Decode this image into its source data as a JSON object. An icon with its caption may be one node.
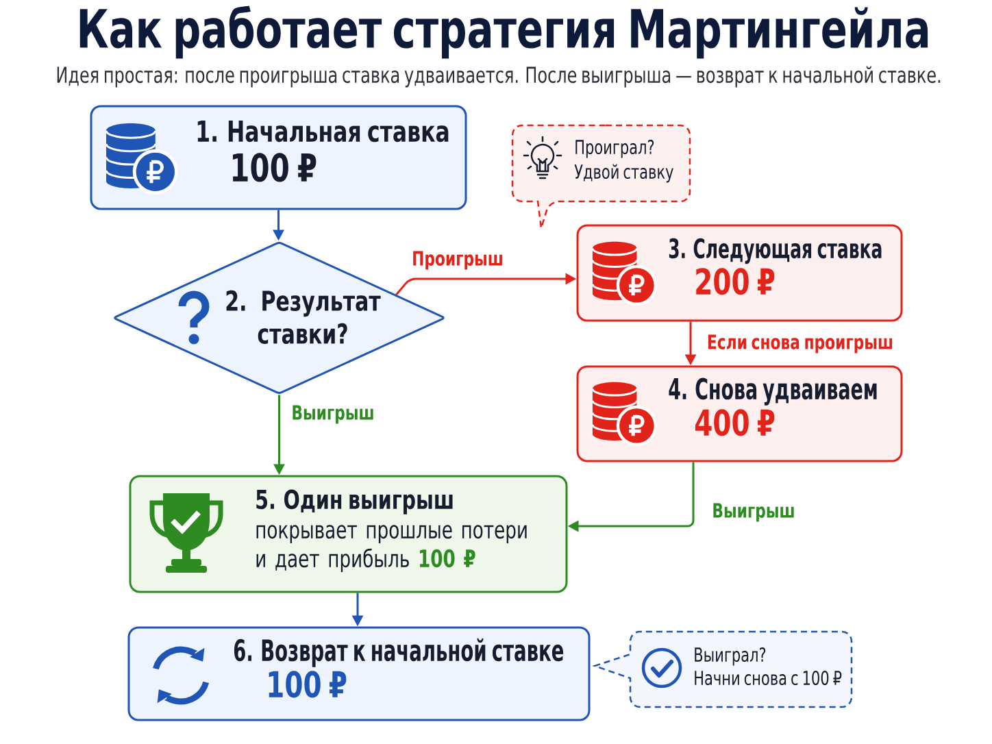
{
  "diagram": {
    "title": "Как работает стратегия Мартингейла",
    "nodes": [
      {
        "text": [
          "1. Начальная ставка",
          "100 ₽"
        ]
      },
      {
        "text": [
          "2. Результат ставки?"
        ]
      },
      {
        "text": [
          "Проиграл?",
          "Удвой ставку"
        ]
      },
      {
        "text": [
          "3. Следующая ставка",
          "200 ₽"
        ]
      },
      {
        "text": [
          "4. Снова удваиваем",
          "400 ₽"
        ]
      },
      {
        "text": [
          "5. Один выигрыш",
          "покрывает прошлые потери и дает прибыль",
          "100 ₽"
        ]
      },
      {
        "text": [
          "6. Возврат к начальной ставке",
          "100 ₽"
        ]
      },
      {
        "text": [
          "Выиграл?",
          "Начни снова с 100 ₽"
        ]
      }
    ],
    "edges": [
      {
        "from": 0,
        "to": 1,
        "arrow": "to",
        "color": "#1f56b5"
      },
      {
        "from": 1,
        "to": 3,
        "arrow": "to",
        "label": "Проигрыш",
        "color": "#e2231a"
      },
      {
        "from": 3,
        "to": 4,
        "arrow": "to",
        "label": "Если снова проигрыш",
        "color": "#e2231a"
      },
      {
        "from": 1,
        "to": 5,
        "arrow": "to",
        "label": "Выигрыш",
        "color": "#2e8b22"
      },
      {
        "from": 4,
        "to": 5,
        "arrow": "to",
        "label": "Выигрыш",
        "color": "#2e8b22"
      },
      {
        "from": 5,
        "to": 6,
        "arrow": "to",
        "color": "#1f56b5"
      }
    ],
    "labels": [
      "Идея простая: после проигрыша ставка удваивается. После выигрыша — возврат к начальной ставке."
    ]
  }
}
